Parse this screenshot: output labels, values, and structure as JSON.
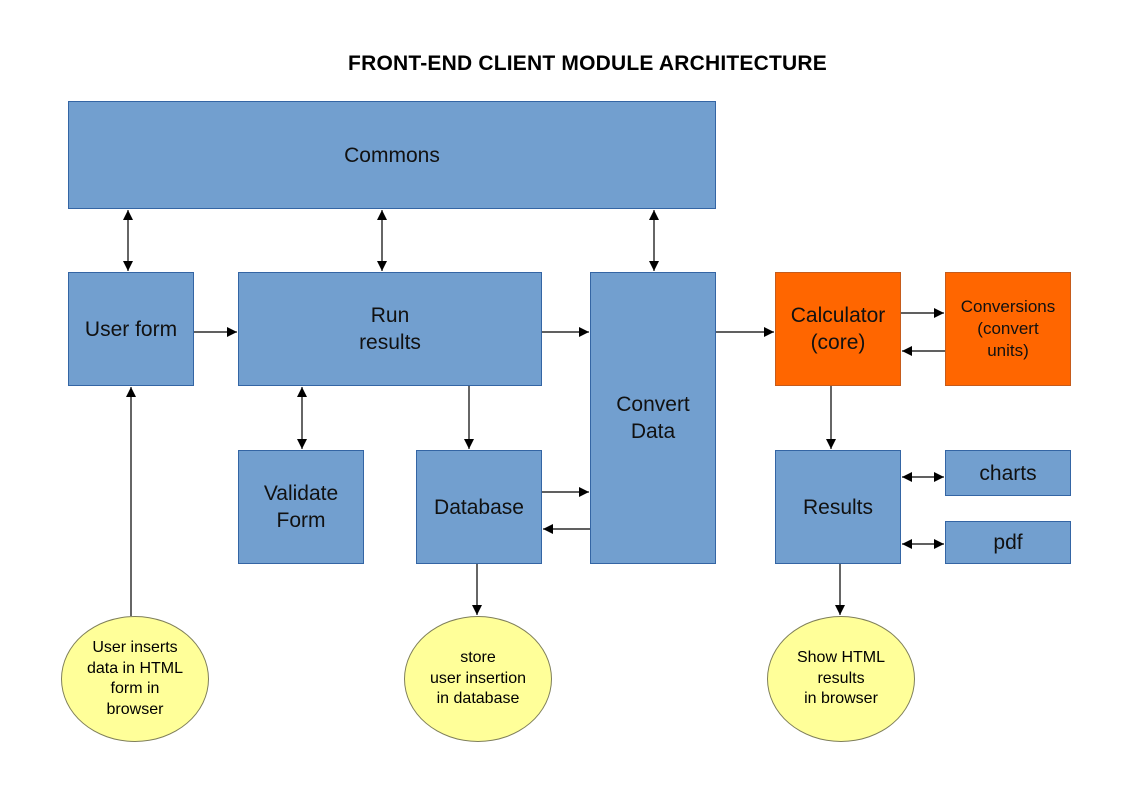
{
  "title": "FRONT-END CLIENT MODULE ARCHITECTURE",
  "boxes": {
    "commons": "Commons",
    "user_form": "User form",
    "run_results": "Run\nresults",
    "validate_form": "Validate\nForm",
    "database": "Database",
    "convert_data": "Convert\nData",
    "calculator": "Calculator\n(core)",
    "conversions": "Conversions\n(convert\nunits)",
    "results": "Results",
    "charts": "charts",
    "pdf": "pdf"
  },
  "notes": {
    "user_inserts": "User inserts\ndata in HTML\nform in\nbrowser",
    "store": "store\nuser insertion\nin database",
    "show_results": "Show HTML\nresults\nin browser"
  },
  "colors": {
    "module": "#729fcf",
    "core": "#ff6600",
    "note": "#ffff99"
  }
}
